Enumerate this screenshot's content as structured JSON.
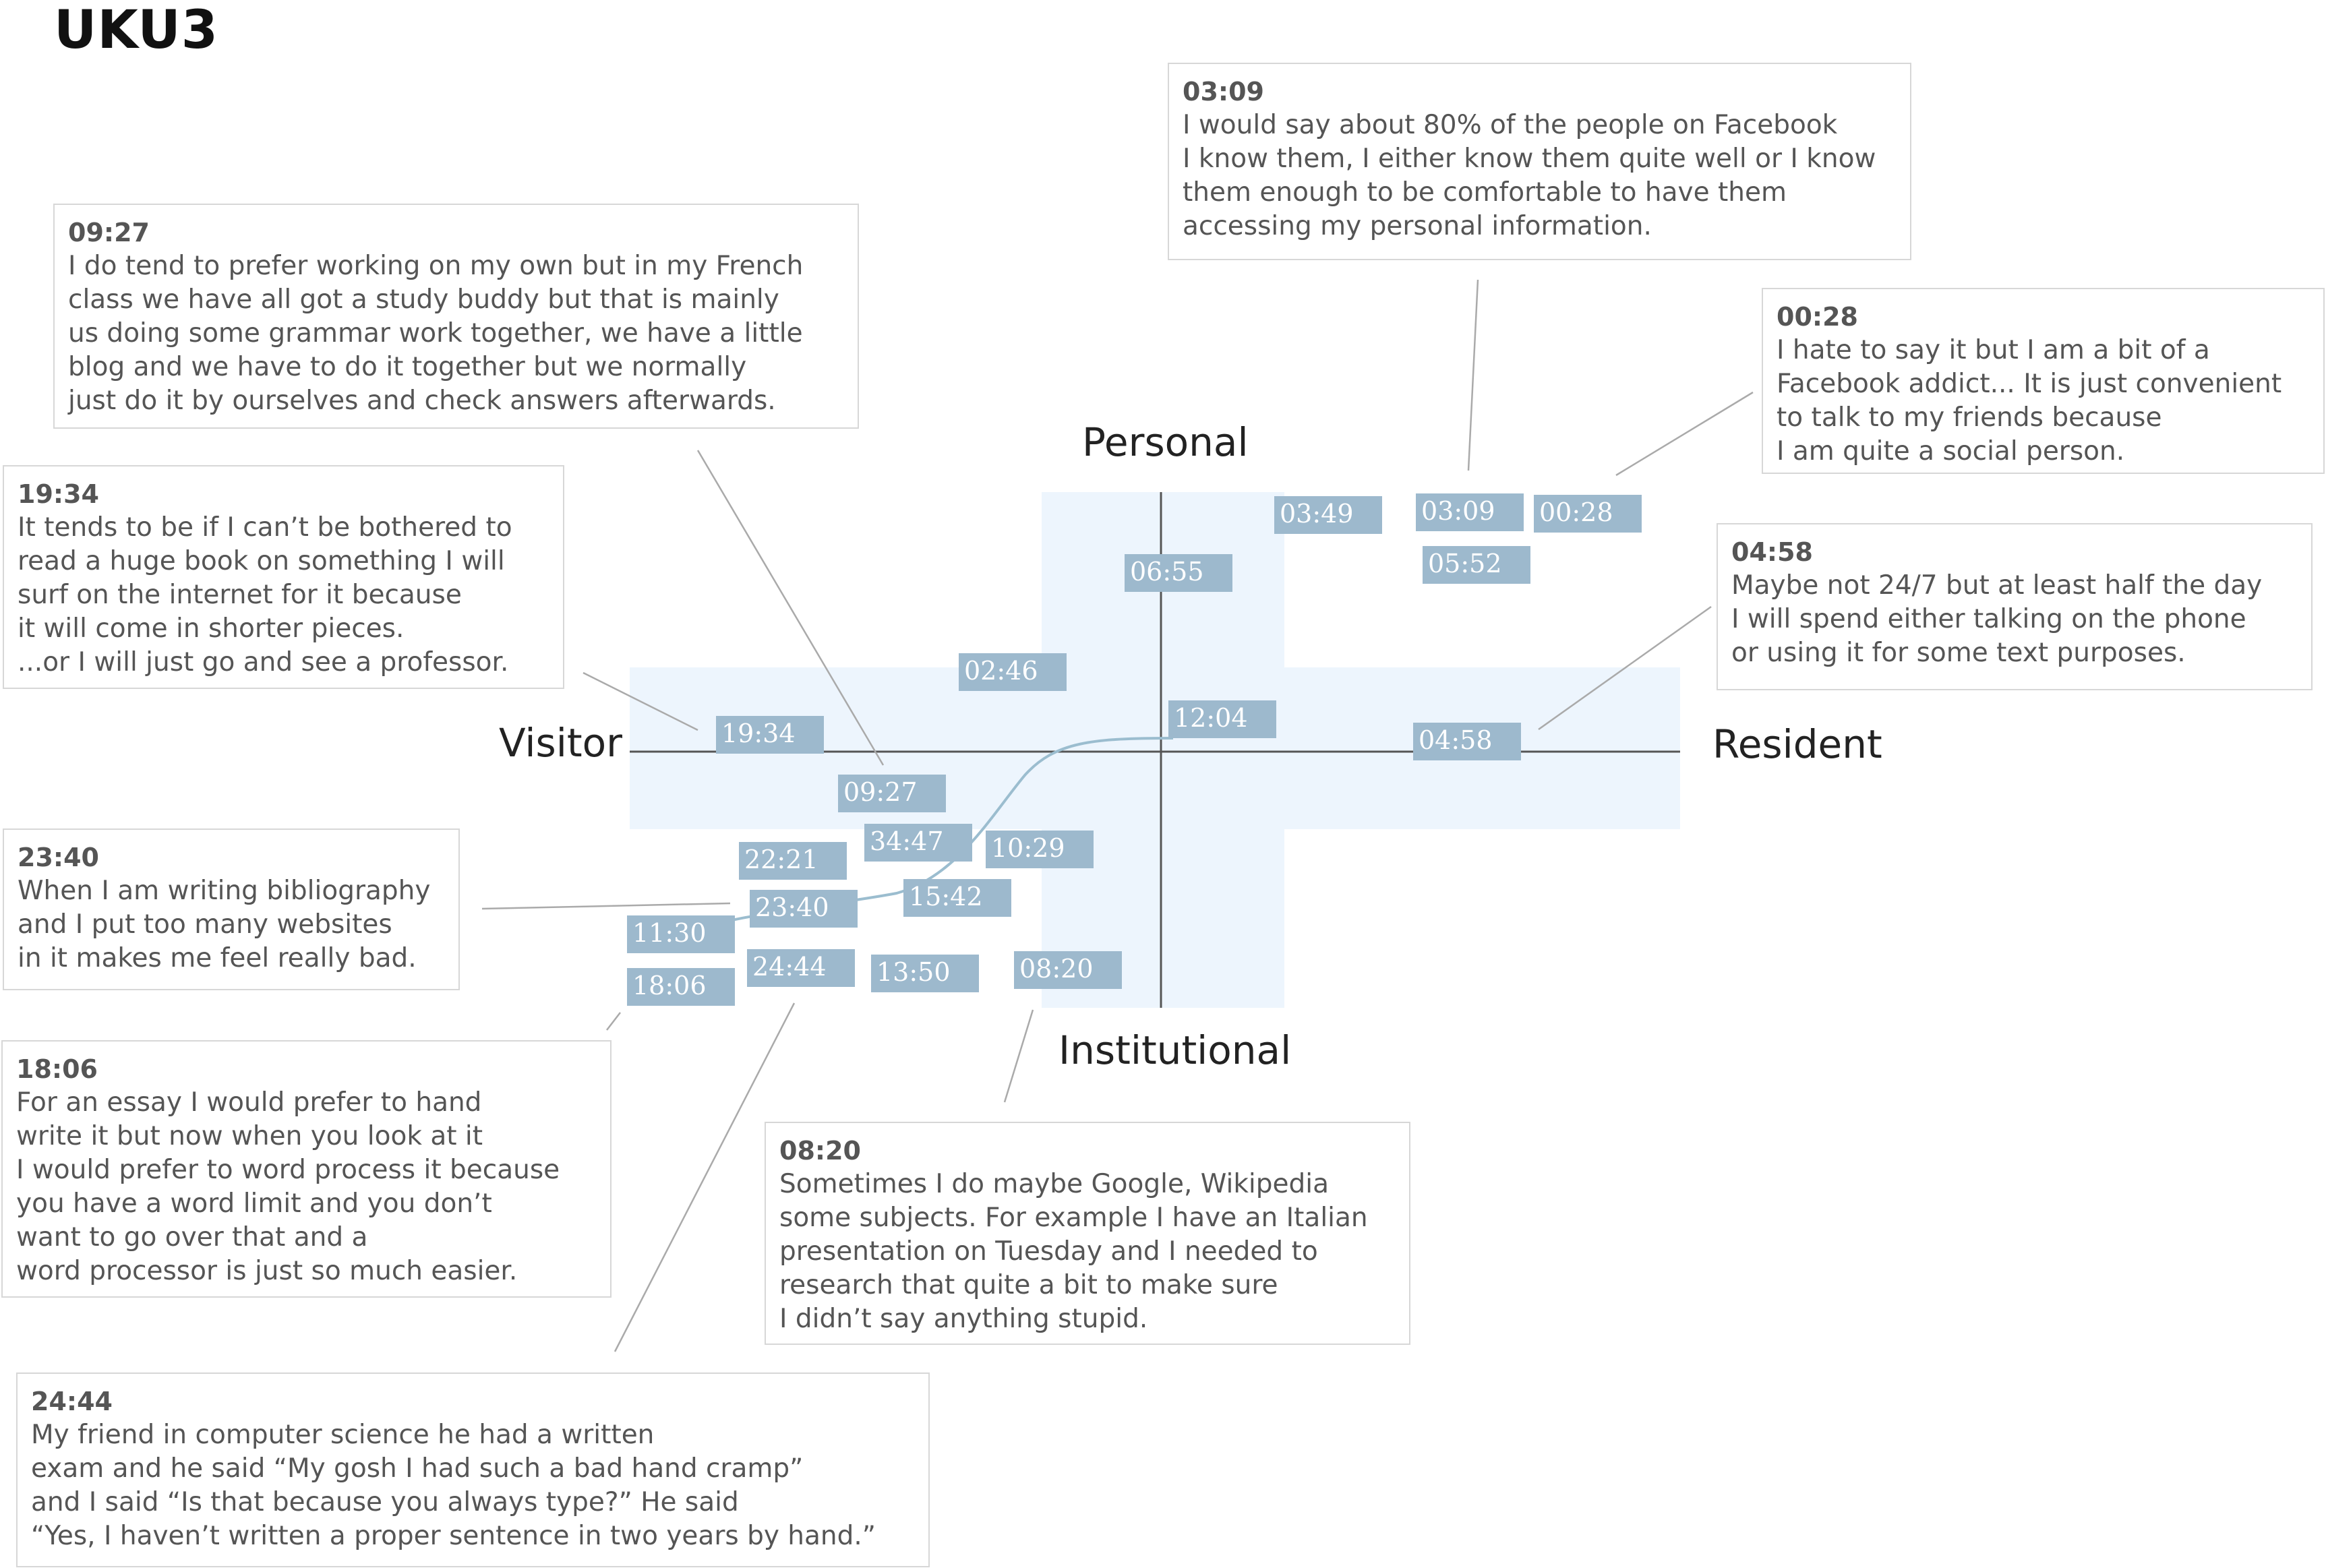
{
  "title": "UKU3",
  "axes": {
    "top": "Personal",
    "bottom": "Institutional",
    "left": "Visitor",
    "right": "Resident"
  },
  "colors": {
    "band": "#edf5fd",
    "chip": "#9db9cd",
    "axis": "#555555",
    "curve": "#9bbdcf",
    "callout_border": "#d7d7d7",
    "leader": "#aaaaaa"
  },
  "chips": {
    "c0349": "03:49",
    "c0309": "03:09",
    "c0028": "00:28",
    "c0655": "06:55",
    "c0552": "05:52",
    "c0246": "02:46",
    "c1934": "19:34",
    "c1204": "12:04",
    "c0458": "04:58",
    "c0927": "09:27",
    "c3447": "34:47",
    "c2221": "22:21",
    "c1029": "10:29",
    "c1542": "15:42",
    "c2340": "23:40",
    "c1130": "11:30",
    "c2444": "24:44",
    "c1350": "13:50",
    "c0820": "08:20",
    "c1806": "18:06"
  },
  "callouts": {
    "q0309": {
      "time": "03:09",
      "text": "I would say about 80% of the people on Facebook\nI know them, I either know them quite well or I know\nthem enough to be comfortable to have them\naccessing my personal information."
    },
    "q0927": {
      "time": "09:27",
      "text": "I do tend to prefer working on my own but in my French\nclass we have all got a study buddy but that is mainly\nus doing some grammar work together, we have a little\nblog and we have to do it together but we normally\njust do it by ourselves and check answers afterwards."
    },
    "q0028": {
      "time": "00:28",
      "text": "I hate to say it but I am a bit of a\nFacebook addict... It is just convenient\nto talk to my friends because\nI am quite a social person."
    },
    "q1934": {
      "time": "19:34",
      "text": "It tends to be if I can’t be bothered to\nread a huge book on something I will\nsurf on the internet for it because\nit will come in shorter pieces.\n...or I will just go and see a professor."
    },
    "q0458": {
      "time": "04:58",
      "text": "Maybe not 24/7 but at least half the day\nI will spend either talking on the phone\nor using it for some text purposes."
    },
    "q2340": {
      "time": "23:40",
      "text": "When I am writing bibliography\nand I put too many websites\nin it makes me feel really bad."
    },
    "q1806": {
      "time": "18:06",
      "text": "For an essay I would prefer to hand\nwrite it but now when you look at it\nI would prefer to word process it because\nyou have a word limit and you don’t\nwant to go over that and a\nword processor is just so much easier."
    },
    "q0820": {
      "time": "08:20",
      "text": "Sometimes I do maybe Google, Wikipedia\nsome subjects.  For example I have an Italian\npresentation on Tuesday and I needed to\nresearch that quite a bit to make sure\nI didn’t say anything stupid."
    },
    "q2444": {
      "time": "24:44",
      "text": "My friend in computer science he had a written\nexam and he said “My gosh I had such a bad hand cramp”\nand I said “Is that because you always type?”  He said\n“Yes, I haven’t written a proper sentence in two years by hand.”"
    }
  }
}
